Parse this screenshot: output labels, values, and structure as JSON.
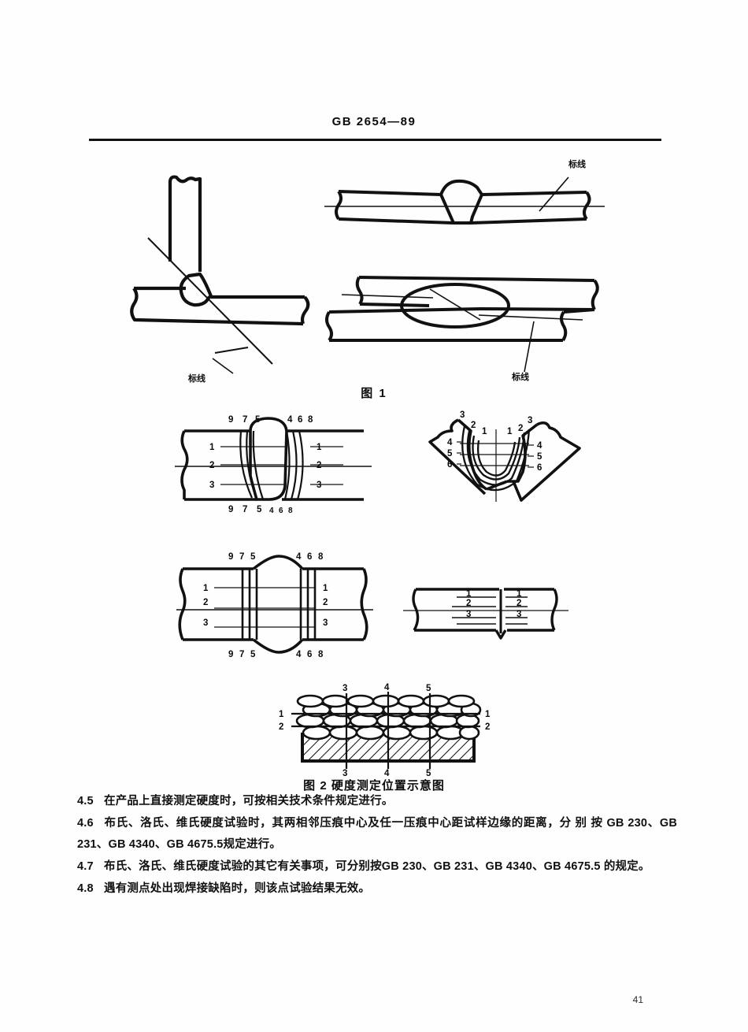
{
  "document": {
    "standard_header": "GB  2654—89",
    "page_number": "41"
  },
  "figure1": {
    "caption": "图  1",
    "labels": {
      "tjoint_marking": "标线",
      "butt_marking": "标线",
      "lap_marking": "标线"
    }
  },
  "figure2": {
    "caption": "图 2   硬度测定位置示意图",
    "diagram_a": {
      "top_left_numbers": [
        "9",
        "7",
        "5"
      ],
      "top_right_numbers": [
        "4",
        "6",
        "8"
      ],
      "bottom_left_numbers": [
        "9",
        "7",
        "5"
      ],
      "bottom_right_numbers": [
        "4",
        "6",
        "8"
      ],
      "side_left_numbers": [
        "1",
        "2",
        "3"
      ],
      "side_right_numbers": [
        "1",
        "2",
        "3"
      ]
    },
    "diagram_b": {
      "top_left_numbers": [
        "3",
        "2",
        "1"
      ],
      "top_right_numbers": [
        "1",
        "2",
        "3"
      ],
      "side_left_numbers": [
        "4",
        "5",
        "6"
      ],
      "side_right_numbers": [
        "4",
        "5",
        "6"
      ]
    },
    "diagram_c": {
      "top_left_numbers": [
        "9",
        "7",
        "5"
      ],
      "top_right_numbers": [
        "4",
        "6",
        "8"
      ],
      "bottom_left_numbers": [
        "9",
        "7",
        "5"
      ],
      "bottom_right_numbers": [
        "4",
        "6",
        "8"
      ],
      "side_left_numbers": [
        "1",
        "2",
        "3"
      ],
      "side_right_numbers": [
        "1",
        "2",
        "3"
      ]
    },
    "diagram_d": {
      "side_left_numbers": [
        "1",
        "2",
        "3"
      ],
      "side_right_numbers": [
        "1",
        "2",
        "3"
      ]
    },
    "diagram_e": {
      "top_numbers": [
        "3",
        "4",
        "5"
      ],
      "bottom_numbers": [
        "3",
        "4",
        "5"
      ],
      "side_left_numbers": [
        "1",
        "2"
      ],
      "side_right_numbers": [
        "1",
        "2"
      ]
    }
  },
  "clauses": [
    {
      "number": "4.5",
      "text": "在产品上直接测定硬度时，可按相关技术条件规定进行。"
    },
    {
      "number": "4.6",
      "text": "布氏、洛氏、维氏硬度试验时，其两相邻压痕中心及任一压痕中心距试样边缘的距离，分 别 按 GB 230、GB 231、GB 4340、GB 4675.5规定进行。"
    },
    {
      "number": "4.7",
      "text": "布氏、洛氏、维氏硬度试验的其它有关事项，可分别按GB 230、GB 231、GB 4340、GB 4675.5 的规定。"
    },
    {
      "number": "4.8",
      "text": "遇有测点处出现焊接缺陷时，则该点试验结果无效。"
    }
  ]
}
